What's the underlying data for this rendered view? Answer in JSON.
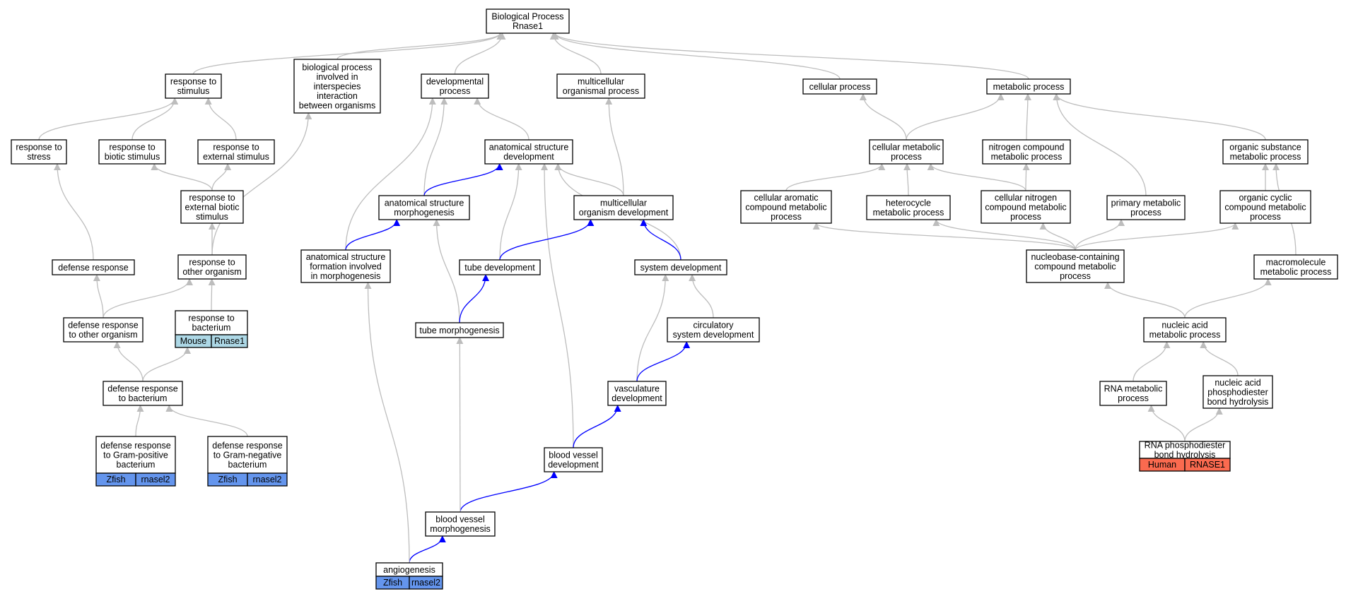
{
  "colors": {
    "edge_default": "#bdbdbd",
    "edge_highlight": "#0000ff",
    "mouse_tag": "#add8e6",
    "zfish_tag": "#6495ed",
    "human_tag": "#fa6a4f"
  },
  "nodes": {
    "bp_root": [
      "Biological Process",
      "Rnase1"
    ],
    "response_to_stimulus": [
      "response to",
      "stimulus"
    ],
    "bp_interspecies": [
      "biological process",
      "involved in",
      "interspecies",
      "interaction",
      "between organisms"
    ],
    "developmental_process": [
      "developmental",
      "process"
    ],
    "multicellular_organismal_process": [
      "multicellular",
      "organismal process"
    ],
    "cellular_process": [
      "cellular process"
    ],
    "metabolic_process": [
      "metabolic process"
    ],
    "response_to_stress": [
      "response to",
      "stress"
    ],
    "response_to_biotic_stimulus": [
      "response to",
      "biotic stimulus"
    ],
    "response_to_external_stimulus": [
      "response to",
      "external stimulus"
    ],
    "anatomical_structure_development": [
      "anatomical structure",
      "development"
    ],
    "cellular_metabolic_process": [
      "cellular metabolic",
      "process"
    ],
    "nitrogen_compound_metabolic_process": [
      "nitrogen compound",
      "metabolic process"
    ],
    "organic_substance_metabolic_process": [
      "organic substance",
      "metabolic process"
    ],
    "response_to_external_biotic_stimulus": [
      "response to",
      "external biotic",
      "stimulus"
    ],
    "anatomical_structure_morphogenesis": [
      "anatomical structure",
      "morphogenesis"
    ],
    "multicellular_organism_development": [
      "multicellular",
      "organism development"
    ],
    "cellular_aromatic_compound_metabolic_process": [
      "cellular aromatic",
      "compound metabolic",
      "process"
    ],
    "heterocycle_metabolic_process": [
      "heterocycle",
      "metabolic process"
    ],
    "cellular_nitrogen_compound_metabolic_process": [
      "cellular nitrogen",
      "compound metabolic",
      "process"
    ],
    "primary_metabolic_process": [
      "primary metabolic",
      "process"
    ],
    "organic_cyclic_compound_metabolic_process": [
      "organic cyclic",
      "compound metabolic",
      "process"
    ],
    "defense_response": [
      "defense response"
    ],
    "response_to_other_organism": [
      "response to",
      "other organism"
    ],
    "anatomical_structure_formation": [
      "anatomical structure",
      "formation involved",
      "in morphogenesis"
    ],
    "tube_development": [
      "tube development"
    ],
    "system_development": [
      "system development"
    ],
    "nucleobase_containing_compound_metabolic_process": [
      "nucleobase-containing",
      "compound metabolic",
      "process"
    ],
    "macromolecule_metabolic_process": [
      "macromolecule",
      "metabolic process"
    ],
    "defense_response_to_other_organism": [
      "defense response",
      "to other organism"
    ],
    "response_to_bacterium": [
      "response to",
      "bacterium"
    ],
    "tube_morphogenesis": [
      "tube morphogenesis"
    ],
    "circulatory_system_development": [
      "circulatory",
      "system development"
    ],
    "nucleic_acid_metabolic_process": [
      "nucleic acid",
      "metabolic process"
    ],
    "defense_response_to_bacterium": [
      "defense response",
      "to bacterium"
    ],
    "vasculature_development": [
      "vasculature",
      "development"
    ],
    "rna_metabolic_process": [
      "RNA metabolic",
      "process"
    ],
    "nucleic_acid_phosphodiester_bond_hydrolysis": [
      "nucleic acid",
      "phosphodiester",
      "bond hydrolysis"
    ],
    "defense_response_to_gram_positive_bacterium": [
      "defense response",
      "to Gram-positive",
      "bacterium"
    ],
    "defense_response_to_gram_negative_bacterium": [
      "defense response",
      "to Gram-negative",
      "bacterium"
    ],
    "blood_vessel_development": [
      "blood vessel",
      "development"
    ],
    "rna_phosphodiester_bond_hydrolysis": [
      "RNA phosphodiester",
      "bond hydrolysis"
    ],
    "blood_vessel_morphogenesis": [
      "blood vessel",
      "morphogenesis"
    ],
    "angiogenesis": [
      "angiogenesis"
    ]
  },
  "annotations": {
    "response_to_bacterium": {
      "species": "Mouse",
      "gene": "Rnase1",
      "color": "#add8e6"
    },
    "defense_response_to_gram_positive_bacterium": {
      "species": "Zfish",
      "gene": "rnasel2",
      "color": "#6495ed"
    },
    "defense_response_to_gram_negative_bacterium": {
      "species": "Zfish",
      "gene": "rnasel2",
      "color": "#6495ed"
    },
    "angiogenesis": {
      "species": "Zfish",
      "gene": "rnasel2",
      "color": "#6495ed"
    },
    "rna_phosphodiester_bond_hydrolysis": {
      "species": "Human",
      "gene": "RNASE1",
      "color": "#fa6a4f"
    }
  },
  "edges": [
    {
      "child": "response_to_stimulus",
      "parent": "bp_root",
      "highlight": false
    },
    {
      "child": "bp_interspecies",
      "parent": "bp_root",
      "highlight": false
    },
    {
      "child": "developmental_process",
      "parent": "bp_root",
      "highlight": false
    },
    {
      "child": "multicellular_organismal_process",
      "parent": "bp_root",
      "highlight": false
    },
    {
      "child": "cellular_process",
      "parent": "bp_root",
      "highlight": false
    },
    {
      "child": "metabolic_process",
      "parent": "bp_root",
      "highlight": false
    },
    {
      "child": "response_to_stress",
      "parent": "response_to_stimulus",
      "highlight": false
    },
    {
      "child": "response_to_biotic_stimulus",
      "parent": "response_to_stimulus",
      "highlight": false
    },
    {
      "child": "response_to_external_stimulus",
      "parent": "response_to_stimulus",
      "highlight": false
    },
    {
      "child": "response_to_external_biotic_stimulus",
      "parent": "response_to_biotic_stimulus",
      "highlight": false
    },
    {
      "child": "response_to_external_biotic_stimulus",
      "parent": "response_to_external_stimulus",
      "highlight": false
    },
    {
      "child": "response_to_other_organism",
      "parent": "response_to_external_biotic_stimulus",
      "highlight": false
    },
    {
      "child": "response_to_other_organism",
      "parent": "bp_interspecies",
      "highlight": false
    },
    {
      "child": "defense_response",
      "parent": "response_to_stress",
      "highlight": false
    },
    {
      "child": "defense_response_to_other_organism",
      "parent": "defense_response",
      "highlight": false
    },
    {
      "child": "defense_response_to_other_organism",
      "parent": "response_to_other_organism",
      "highlight": false
    },
    {
      "child": "response_to_bacterium",
      "parent": "response_to_other_organism",
      "highlight": false
    },
    {
      "child": "defense_response_to_bacterium",
      "parent": "defense_response_to_other_organism",
      "highlight": false
    },
    {
      "child": "defense_response_to_bacterium",
      "parent": "response_to_bacterium",
      "highlight": false
    },
    {
      "child": "defense_response_to_gram_positive_bacterium",
      "parent": "defense_response_to_bacterium",
      "highlight": false
    },
    {
      "child": "defense_response_to_gram_negative_bacterium",
      "parent": "defense_response_to_bacterium",
      "highlight": false
    },
    {
      "child": "anatomical_structure_development",
      "parent": "developmental_process",
      "highlight": false
    },
    {
      "child": "anatomical_structure_morphogenesis",
      "parent": "developmental_process",
      "highlight": false
    },
    {
      "child": "anatomical_structure_formation",
      "parent": "developmental_process",
      "highlight": false
    },
    {
      "child": "multicellular_organism_development",
      "parent": "multicellular_organismal_process",
      "highlight": false
    },
    {
      "child": "multicellular_organism_development",
      "parent": "anatomical_structure_development",
      "highlight": false
    },
    {
      "child": "anatomical_structure_morphogenesis",
      "parent": "anatomical_structure_development",
      "highlight": true
    },
    {
      "child": "tube_development",
      "parent": "anatomical_structure_development",
      "highlight": false
    },
    {
      "child": "system_development",
      "parent": "anatomical_structure_development",
      "highlight": false
    },
    {
      "child": "blood_vessel_development",
      "parent": "anatomical_structure_development",
      "highlight": false
    },
    {
      "child": "anatomical_structure_formation",
      "parent": "anatomical_structure_morphogenesis",
      "highlight": true
    },
    {
      "child": "tube_morphogenesis",
      "parent": "anatomical_structure_morphogenesis",
      "highlight": false
    },
    {
      "child": "tube_development",
      "parent": "multicellular_organism_development",
      "highlight": true
    },
    {
      "child": "system_development",
      "parent": "multicellular_organism_development",
      "highlight": true
    },
    {
      "child": "tube_morphogenesis",
      "parent": "tube_development",
      "highlight": true
    },
    {
      "child": "circulatory_system_development",
      "parent": "system_development",
      "highlight": false
    },
    {
      "child": "vasculature_development",
      "parent": "system_development",
      "highlight": false
    },
    {
      "child": "vasculature_development",
      "parent": "circulatory_system_development",
      "highlight": true
    },
    {
      "child": "blood_vessel_development",
      "parent": "vasculature_development",
      "highlight": true
    },
    {
      "child": "blood_vessel_morphogenesis",
      "parent": "blood_vessel_development",
      "highlight": true
    },
    {
      "child": "blood_vessel_morphogenesis",
      "parent": "tube_morphogenesis",
      "highlight": false
    },
    {
      "child": "angiogenesis",
      "parent": "blood_vessel_morphogenesis",
      "highlight": true
    },
    {
      "child": "angiogenesis",
      "parent": "anatomical_structure_formation",
      "highlight": false
    },
    {
      "child": "cellular_metabolic_process",
      "parent": "cellular_process",
      "highlight": false
    },
    {
      "child": "cellular_metabolic_process",
      "parent": "metabolic_process",
      "highlight": false
    },
    {
      "child": "nitrogen_compound_metabolic_process",
      "parent": "metabolic_process",
      "highlight": false
    },
    {
      "child": "primary_metabolic_process",
      "parent": "metabolic_process",
      "highlight": false
    },
    {
      "child": "organic_substance_metabolic_process",
      "parent": "metabolic_process",
      "highlight": false
    },
    {
      "child": "cellular_aromatic_compound_metabolic_process",
      "parent": "cellular_metabolic_process",
      "highlight": false
    },
    {
      "child": "heterocycle_metabolic_process",
      "parent": "cellular_metabolic_process",
      "highlight": false
    },
    {
      "child": "cellular_nitrogen_compound_metabolic_process",
      "parent": "cellular_metabolic_process",
      "highlight": false
    },
    {
      "child": "cellular_nitrogen_compound_metabolic_process",
      "parent": "nitrogen_compound_metabolic_process",
      "highlight": false
    },
    {
      "child": "organic_cyclic_compound_metabolic_process",
      "parent": "organic_substance_metabolic_process",
      "highlight": false
    },
    {
      "child": "macromolecule_metabolic_process",
      "parent": "organic_substance_metabolic_process",
      "highlight": false
    },
    {
      "child": "nucleobase_containing_compound_metabolic_process",
      "parent": "cellular_aromatic_compound_metabolic_process",
      "highlight": false
    },
    {
      "child": "nucleobase_containing_compound_metabolic_process",
      "parent": "heterocycle_metabolic_process",
      "highlight": false
    },
    {
      "child": "nucleobase_containing_compound_metabolic_process",
      "parent": "cellular_nitrogen_compound_metabolic_process",
      "highlight": false
    },
    {
      "child": "nucleobase_containing_compound_metabolic_process",
      "parent": "primary_metabolic_process",
      "highlight": false
    },
    {
      "child": "nucleobase_containing_compound_metabolic_process",
      "parent": "organic_cyclic_compound_metabolic_process",
      "highlight": false
    },
    {
      "child": "nucleic_acid_metabolic_process",
      "parent": "nucleobase_containing_compound_metabolic_process",
      "highlight": false
    },
    {
      "child": "nucleic_acid_metabolic_process",
      "parent": "macromolecule_metabolic_process",
      "highlight": false
    },
    {
      "child": "rna_metabolic_process",
      "parent": "nucleic_acid_metabolic_process",
      "highlight": false
    },
    {
      "child": "nucleic_acid_phosphodiester_bond_hydrolysis",
      "parent": "nucleic_acid_metabolic_process",
      "highlight": false
    },
    {
      "child": "rna_phosphodiester_bond_hydrolysis",
      "parent": "rna_metabolic_process",
      "highlight": false
    },
    {
      "child": "rna_phosphodiester_bond_hydrolysis",
      "parent": "nucleic_acid_phosphodiester_bond_hydrolysis",
      "highlight": false
    }
  ]
}
